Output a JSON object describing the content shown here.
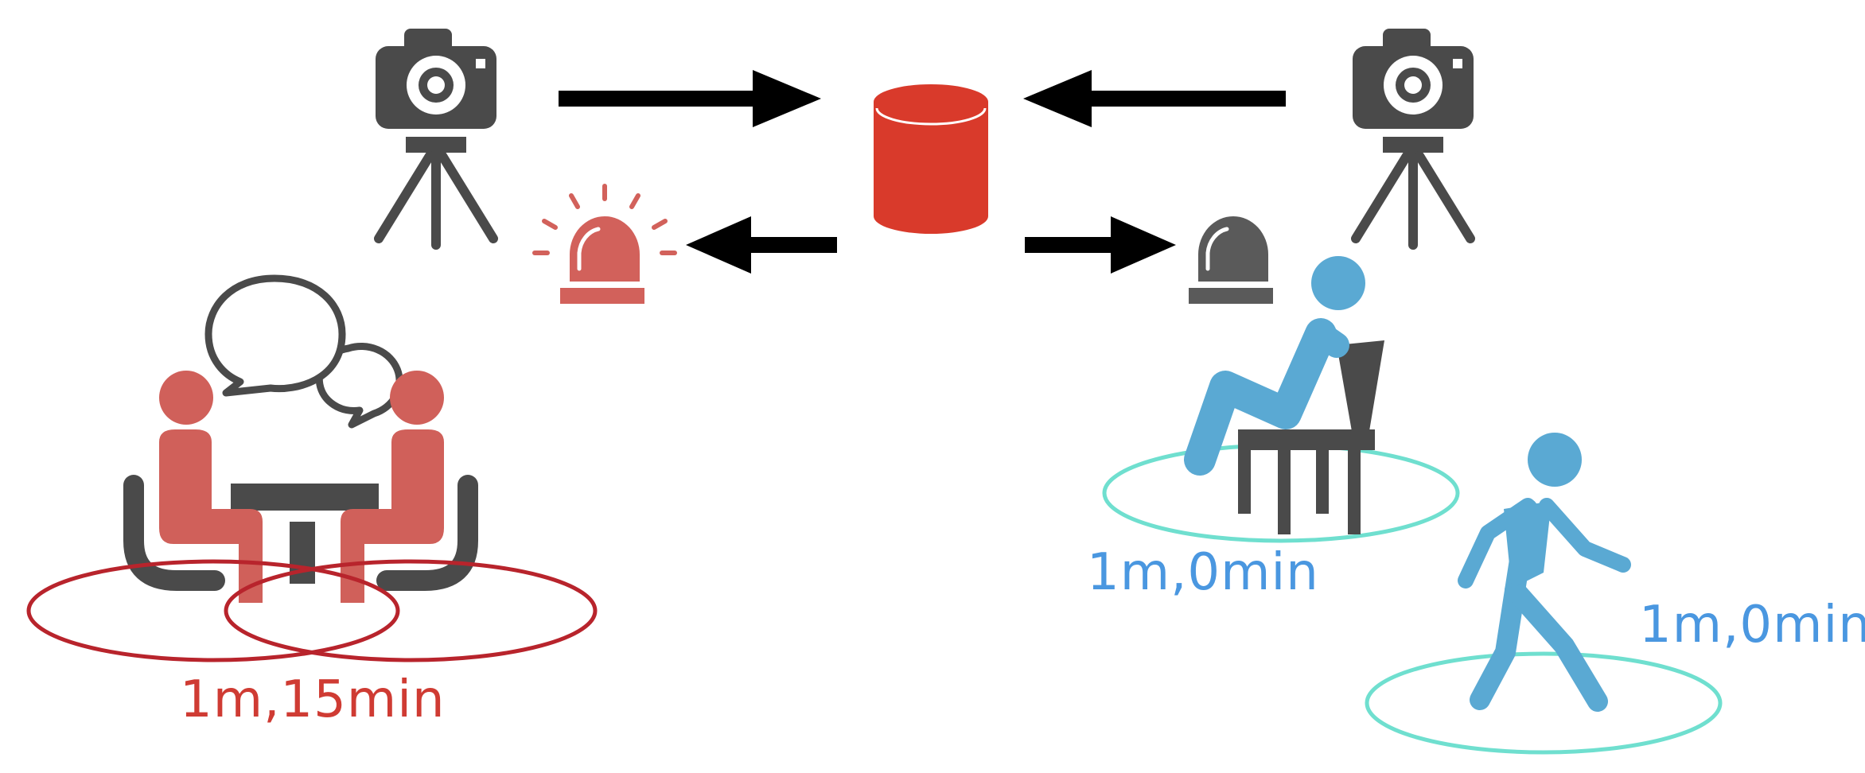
{
  "colors": {
    "dark": "#4a4a4a",
    "red_db": "#d93a2b",
    "red_alarm": "#d2615b",
    "red_people": "#d0605a",
    "red_circle": "#b8242c",
    "red_text": "#cf3b33",
    "blue_person": "#5aa9d3",
    "teal_circle": "#6fdfcf",
    "blue_text": "#4a97e0",
    "arrow": "#000000"
  },
  "icons": [
    "camera-tripod-icon",
    "database-icon",
    "siren-alarm-icon",
    "speech-bubbles-icon",
    "people-at-table-icon",
    "sitting-person-icon",
    "chair-icon",
    "walking-person-icon"
  ],
  "labels": {
    "pair_distance_time": "1m,15min",
    "sitting_distance_time": "1m,0min",
    "walking_distance_time": "1m,0min"
  }
}
